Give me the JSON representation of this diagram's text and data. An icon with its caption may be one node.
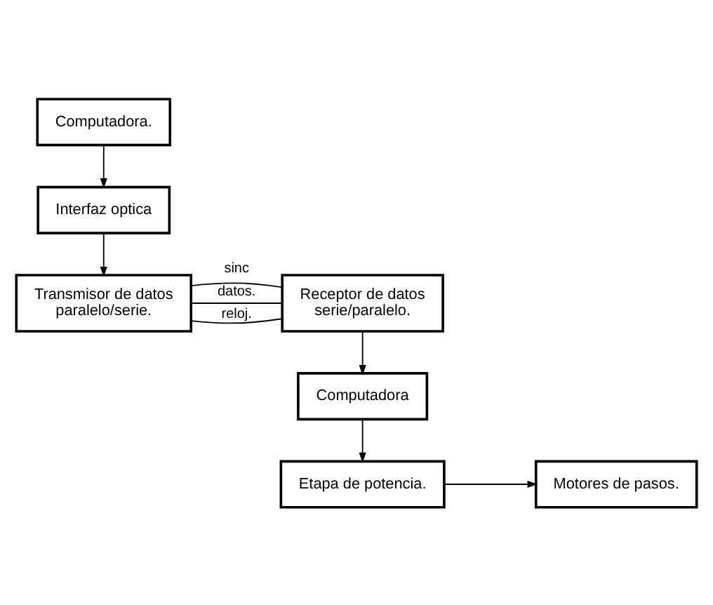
{
  "diagram": {
    "nodes": [
      {
        "text": [
          "Computadora."
        ]
      },
      {
        "text": [
          "Interfaz optica"
        ]
      },
      {
        "text": [
          "Transmisor de datos paralelo/serie."
        ]
      },
      {
        "text": [
          "Receptor de datos serie/paralelo."
        ]
      },
      {
        "text": [
          "Computadora"
        ]
      },
      {
        "text": [
          "Etapa de potencia."
        ]
      },
      {
        "text": [
          "Motores de pasos."
        ]
      }
    ],
    "edges": [
      {
        "from": 0,
        "to": 1,
        "arrow": "to"
      },
      {
        "from": 1,
        "to": 2,
        "arrow": "to"
      },
      {
        "from": 2,
        "to": 3,
        "arrow": "none",
        "label": "sinc"
      },
      {
        "from": 2,
        "to": 3,
        "arrow": "none",
        "label": "reloj."
      },
      {
        "from": 2,
        "to": 3,
        "arrow": "none",
        "label": "datos."
      },
      {
        "from": 3,
        "to": 4,
        "arrow": "to"
      },
      {
        "from": 4,
        "to": 5,
        "arrow": "to"
      },
      {
        "from": 5,
        "to": 6,
        "arrow": "to"
      }
    ]
  }
}
